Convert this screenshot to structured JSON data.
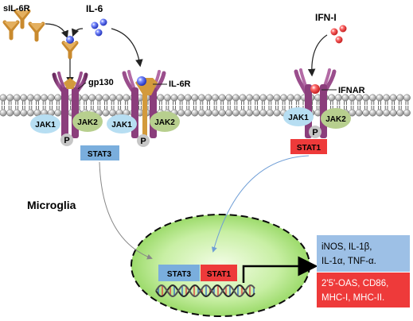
{
  "ligands": {
    "sil6r": "sIL-6R",
    "il6": "IL-6",
    "ifn": "IFN-I"
  },
  "receptors": {
    "gp130": "gp130",
    "il6r": "IL-6R",
    "ifnar": "IFNAR"
  },
  "kinases": {
    "jak1": "JAK1",
    "jak2": "JAK2",
    "p": "P"
  },
  "transcription_factors": {
    "stat3": "STAT3",
    "stat1": "STAT1"
  },
  "cell": "Microglia",
  "nucleus_outputs": {
    "stat3_genes_line1": "iNOS, IL-1β,",
    "stat3_genes_line2": "IL-1α,  TNF-α.",
    "stat1_genes_line1": "2'5'-OAS, CD86,",
    "stat1_genes_line2": "MHC-I, MHC-II."
  },
  "colors": {
    "receptor": "#8b3e7c",
    "membrane_head": "#c8c8c8",
    "sil6r": "#d39a3c",
    "il6_ball": "#3a4fd8",
    "ifn_ball": "#e83838",
    "jak1": "#b7def2",
    "jak2": "#b7cf8e",
    "phospho": "#c6c6c6",
    "stat3": "#7aaedd",
    "stat1": "#ee3a3a",
    "nucleus": "#a8e07c",
    "dna_red": "#e04040",
    "dna_blue": "#3a6ec8"
  }
}
